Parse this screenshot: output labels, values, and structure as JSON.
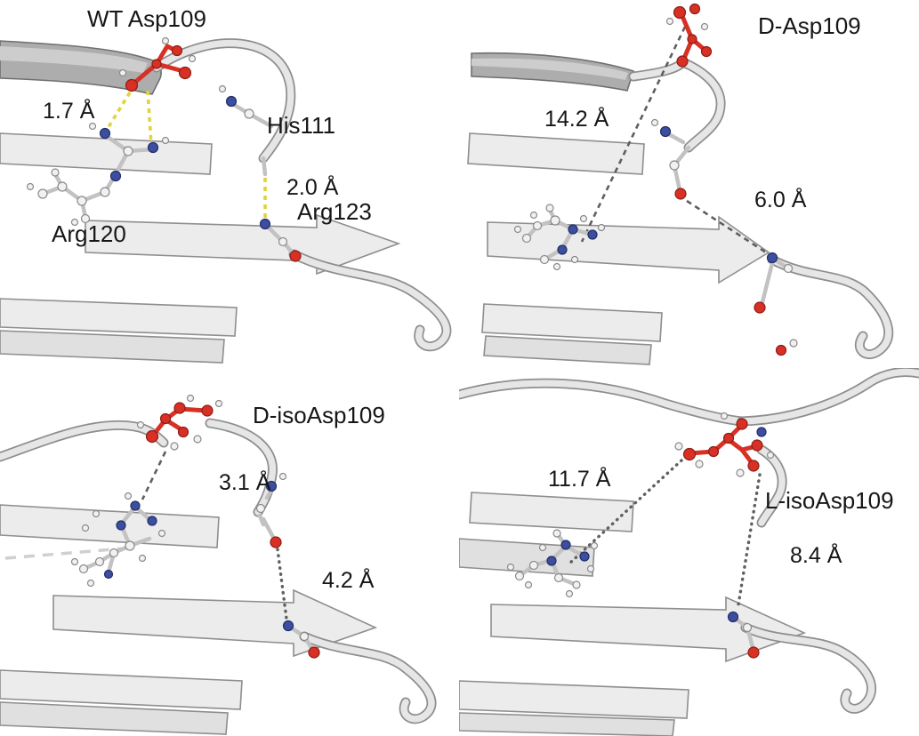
{
  "figure": {
    "panels": [
      {
        "title": "WT Asp109",
        "annotations": {
          "d1": "1.7 Å",
          "his111": "His111",
          "d2": "2.0 Å",
          "arg123": "Arg123",
          "arg120": "Arg120"
        }
      },
      {
        "title": "D-Asp109",
        "annotations": {
          "d1": "14.2 Å",
          "d2": "6.0 Å"
        }
      },
      {
        "title": "D-isoAsp109",
        "annotations": {
          "d1": "3.1 Å",
          "d2": "4.2 Å"
        }
      },
      {
        "title": "L-isoAsp109",
        "annotations": {
          "d1": "11.7 Å",
          "d2": "8.4 Å"
        }
      }
    ],
    "colors": {
      "oxygen_red": "#d93025",
      "nitrogen_blue": "#3b4ea0",
      "carbon_white": "#f1f1f1",
      "ribbon_gray": "#ececec",
      "ribbon_dark": "#adadad",
      "hydrogen_bond_yellow": "#e0d43a",
      "distance_dash_gray": "#5f5f5f",
      "background": "#ffffff"
    }
  }
}
